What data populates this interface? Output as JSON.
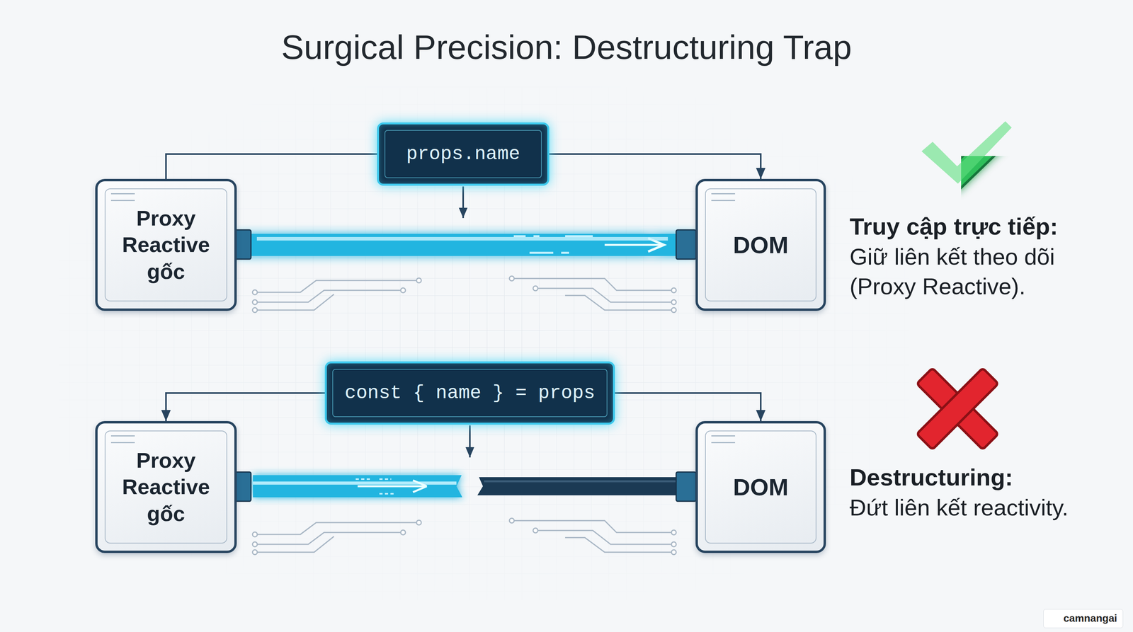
{
  "diagram": {
    "title": "Surgical Precision: Destructuring Trap",
    "nodes": [
      {
        "text": [
          "props.name"
        ]
      },
      {
        "text": [
          "Proxy Reactive gốc"
        ]
      },
      {
        "text": [
          "DOM"
        ]
      },
      {
        "text": [
          "const { name } = props"
        ]
      },
      {
        "text": [
          "Proxy Reactive gốc"
        ]
      },
      {
        "text": [
          "DOM"
        ]
      }
    ],
    "edges": [
      {
        "from": 1,
        "to": 2,
        "arrow": "to"
      },
      {
        "from": 1,
        "to": 0,
        "arrow": "none"
      },
      {
        "from": 0,
        "to": 2,
        "arrow": "to"
      },
      {
        "from": 3,
        "to": 4,
        "arrow": "to"
      },
      {
        "from": 3,
        "to": 5,
        "arrow": "to"
      }
    ],
    "labels": [
      "Truy cập trực tiếp:",
      "Giữ liên kết theo dõi (Proxy Reactive).",
      "Destructuring:",
      "Đứt liên kết reactivity.",
      "camnangai"
    ]
  }
}
